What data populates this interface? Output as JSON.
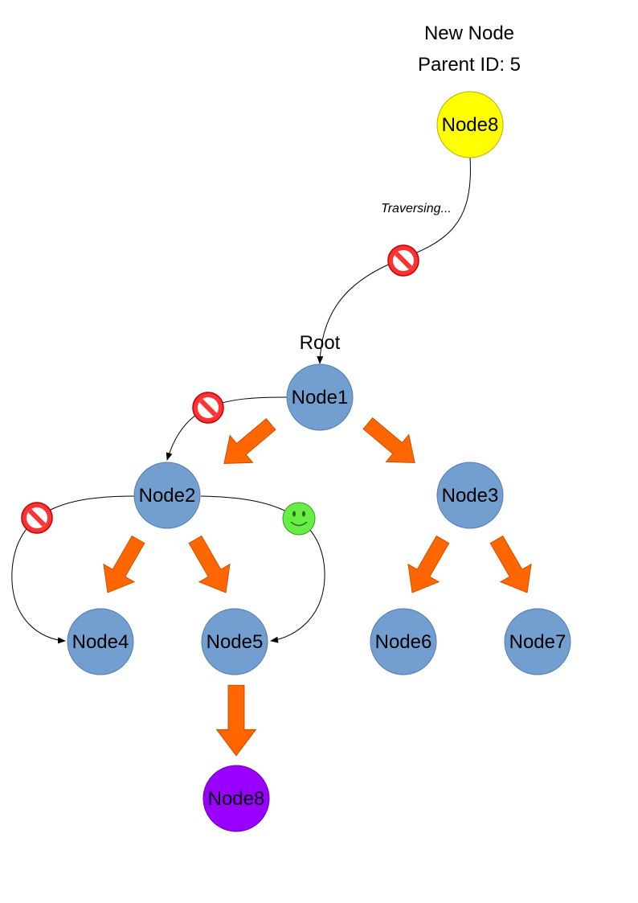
{
  "header": {
    "title": "New Node",
    "subtitle": "Parent ID: 5"
  },
  "root_label": "Root",
  "traverse_label": "Traversing...",
  "nodes": {
    "new_node": "Node8",
    "n1": "Node1",
    "n2": "Node2",
    "n3": "Node3",
    "n4": "Node4",
    "n5": "Node5",
    "n6": "Node6",
    "n7": "Node7",
    "inserted": "Node8"
  },
  "colors": {
    "node_blue": "#729fcf",
    "node_new": "#ffff00",
    "node_inserted": "#9900ff",
    "arrow_orange": "#ff6600",
    "reject_red": "#ff3333",
    "accept_green": "#66ee44"
  },
  "icons": {
    "reject": "no-entry-icon",
    "accept": "smiley-icon"
  }
}
